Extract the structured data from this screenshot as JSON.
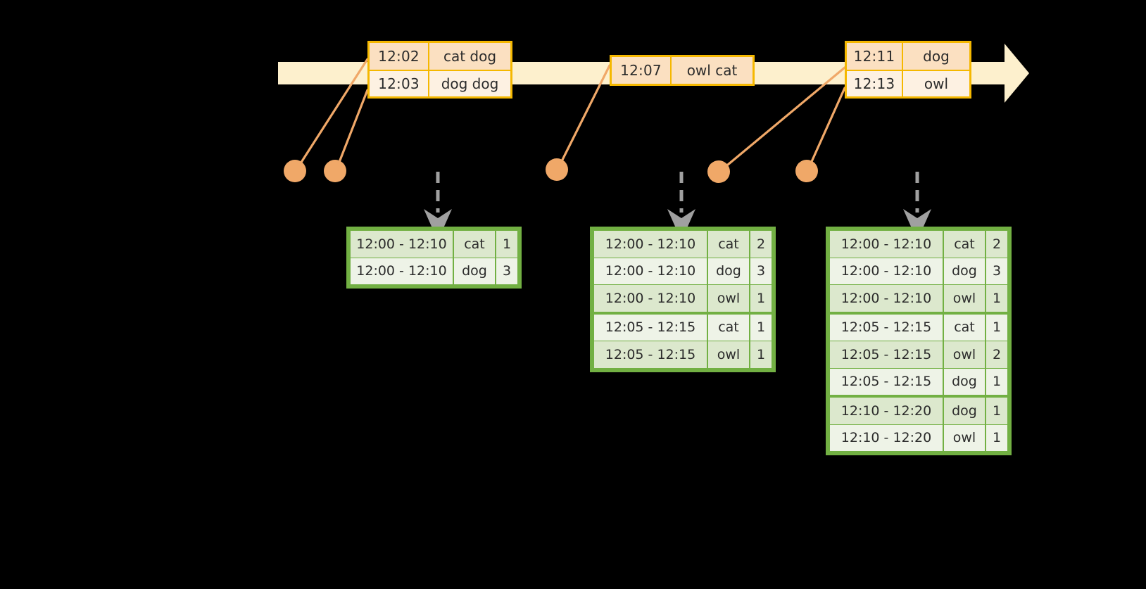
{
  "diagram": {
    "title": "windowed-event-aggregation-timeline",
    "colors": {
      "background": "#000000",
      "timeline_fill": "#fdf0cd",
      "event_border": "#f5b800",
      "event_fill_top": "#fbe0c1",
      "event_fill_bottom": "#fdf1e2",
      "connector": "#f0a868",
      "dot": "#f0a868",
      "table_border": "#72b043",
      "table_row_shade": "#dce8cd",
      "table_row_light": "#eef3e7",
      "dashed_arrow": "#a0a0a0"
    }
  },
  "timeline": {
    "arrow_icon": "right-arrow-icon",
    "events": [
      {
        "id": "evt-group-1",
        "rows": [
          {
            "time": "12:02",
            "value": "cat dog"
          },
          {
            "time": "12:03",
            "value": "dog dog"
          }
        ]
      },
      {
        "id": "evt-group-2",
        "rows": [
          {
            "time": "12:07",
            "value": "owl cat"
          }
        ]
      },
      {
        "id": "evt-group-3",
        "rows": [
          {
            "time": "12:11",
            "value": "dog"
          },
          {
            "time": "12:13",
            "value": "owl"
          }
        ]
      }
    ]
  },
  "connectors": {
    "dots": [
      {
        "id": "dot-1",
        "label": "12:02"
      },
      {
        "id": "dot-2",
        "label": "12:03"
      },
      {
        "id": "dot-3",
        "label": "12:07"
      },
      {
        "id": "dot-4",
        "label": "12:11"
      },
      {
        "id": "dot-5",
        "label": "12:13"
      }
    ]
  },
  "results": [
    {
      "id": "result-table-1",
      "rows": [
        {
          "window": "12:00 - 12:10",
          "key": "cat",
          "count": "1",
          "shade": "shade",
          "gap": false
        },
        {
          "window": "12:00 - 12:10",
          "key": "dog",
          "count": "3",
          "shade": "light",
          "gap": false
        }
      ]
    },
    {
      "id": "result-table-2",
      "rows": [
        {
          "window": "12:00 - 12:10",
          "key": "cat",
          "count": "2",
          "shade": "shade",
          "gap": false
        },
        {
          "window": "12:00 - 12:10",
          "key": "dog",
          "count": "3",
          "shade": "light",
          "gap": false
        },
        {
          "window": "12:00 - 12:10",
          "key": "owl",
          "count": "1",
          "shade": "shade",
          "gap": false
        },
        {
          "window": "12:05 - 12:15",
          "key": "cat",
          "count": "1",
          "shade": "light",
          "gap": true
        },
        {
          "window": "12:05 - 12:15",
          "key": "owl",
          "count": "1",
          "shade": "shade",
          "gap": false
        }
      ]
    },
    {
      "id": "result-table-3",
      "rows": [
        {
          "window": "12:00 - 12:10",
          "key": "cat",
          "count": "2",
          "shade": "shade",
          "gap": false
        },
        {
          "window": "12:00 - 12:10",
          "key": "dog",
          "count": "3",
          "shade": "light",
          "gap": false
        },
        {
          "window": "12:00 - 12:10",
          "key": "owl",
          "count": "1",
          "shade": "shade",
          "gap": false
        },
        {
          "window": "12:05 - 12:15",
          "key": "cat",
          "count": "1",
          "shade": "light",
          "gap": true
        },
        {
          "window": "12:05 - 12:15",
          "key": "owl",
          "count": "2",
          "shade": "shade",
          "gap": false
        },
        {
          "window": "12:05 - 12:15",
          "key": "dog",
          "count": "1",
          "shade": "light",
          "gap": false
        },
        {
          "window": "12:10 - 12:20",
          "key": "dog",
          "count": "1",
          "shade": "shade",
          "gap": true
        },
        {
          "window": "12:10 - 12:20",
          "key": "owl",
          "count": "1",
          "shade": "light",
          "gap": false
        }
      ]
    }
  ]
}
